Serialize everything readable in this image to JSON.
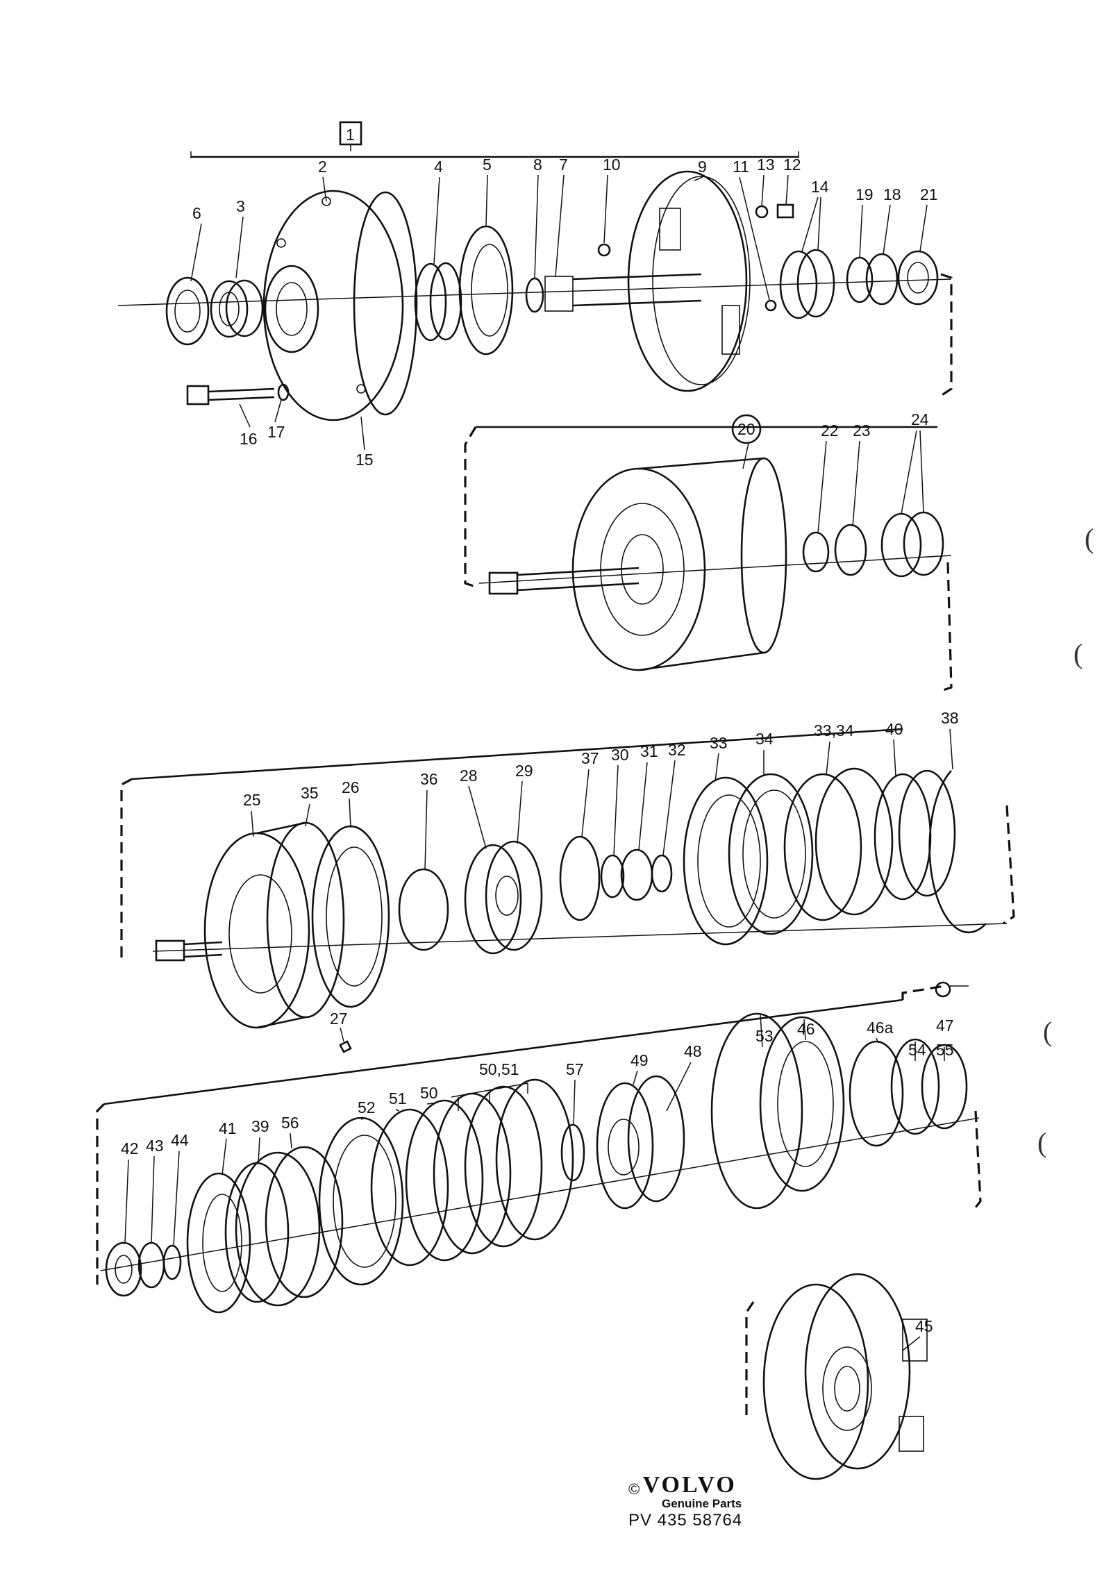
{
  "group_label": "1",
  "labels": {
    "l2": "2",
    "l3": "3",
    "l4": "4",
    "l5": "5",
    "l6": "6",
    "l7": "7",
    "l8": "8",
    "l9": "9",
    "l10": "10",
    "l11": "11",
    "l12": "12",
    "l13": "13",
    "l14": "14",
    "l15": "15",
    "l16": "16",
    "l17": "17",
    "l18": "18",
    "l19": "19",
    "l20": "20",
    "l21": "21",
    "l22": "22",
    "l23": "23",
    "l24": "24",
    "l25": "25",
    "l26": "26",
    "l27": "27",
    "l28": "28",
    "l29": "29",
    "l30": "30",
    "l31": "31",
    "l32": "32",
    "l33": "33",
    "l34": "34",
    "l3334": "33,34",
    "l35": "35",
    "l36": "36",
    "l37": "37",
    "l38": "38",
    "l39": "39",
    "l40": "40",
    "l41": "41",
    "l42": "42",
    "l43": "43",
    "l44": "44",
    "l45": "45",
    "l46": "46",
    "l46a": "46a",
    "l47": "47",
    "l48": "48",
    "l49": "49",
    "l50": "50",
    "l5051": "50,51",
    "l51": "51",
    "l52": "52",
    "l53": "53",
    "l54": "54",
    "l55": "55",
    "l56": "56",
    "l57": "57"
  },
  "footer": {
    "copyright": "©",
    "brand": "VOLVO",
    "tagline": "Genuine Parts",
    "part_number": "PV 435 58764"
  }
}
